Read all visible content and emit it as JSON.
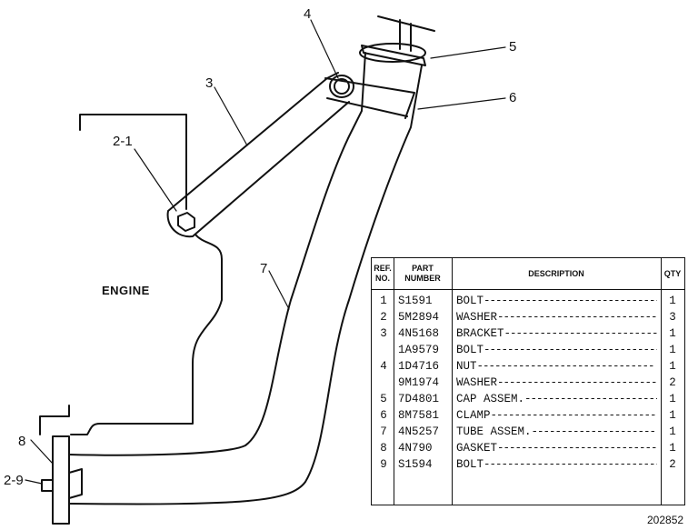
{
  "callouts": {
    "c4": "4",
    "c5": "5",
    "c6": "6",
    "c3": "3",
    "c2_1": "2-1",
    "c7": "7",
    "c8": "8",
    "c2_9": "2-9"
  },
  "engine_label": "ENGINE",
  "drawing_number": "202852",
  "table": {
    "headers": {
      "ref": "REF. NO.",
      "part": "PART NUMBER",
      "desc": "DESCRIPTION",
      "qty": "QTY"
    },
    "rows": [
      {
        "ref": "1",
        "part": "S1591",
        "desc": "BOLT",
        "qty": "1"
      },
      {
        "ref": "2",
        "part": "5M2894",
        "desc": "WASHER",
        "qty": "3"
      },
      {
        "ref": "3",
        "part": "4N5168",
        "desc": "BRACKET",
        "qty": "1"
      },
      {
        "ref": "",
        "part": "1A9579",
        "desc": "BOLT",
        "qty": "1"
      },
      {
        "ref": "4",
        "part": "1D4716",
        "desc": "NUT",
        "qty": "1"
      },
      {
        "ref": "",
        "part": "9M1974",
        "desc": "WASHER",
        "qty": "2"
      },
      {
        "ref": "5",
        "part": "7D4801",
        "desc": "CAP ASSEM.",
        "qty": "1"
      },
      {
        "ref": "6",
        "part": "8M7581",
        "desc": "CLAMP",
        "qty": "1"
      },
      {
        "ref": "7",
        "part": "4N5257",
        "desc": "TUBE ASSEM.",
        "qty": "1"
      },
      {
        "ref": "8",
        "part": "4N790",
        "desc": "GASKET",
        "qty": "1"
      },
      {
        "ref": "9",
        "part": "S1594",
        "desc": "BOLT",
        "qty": "2"
      }
    ]
  }
}
